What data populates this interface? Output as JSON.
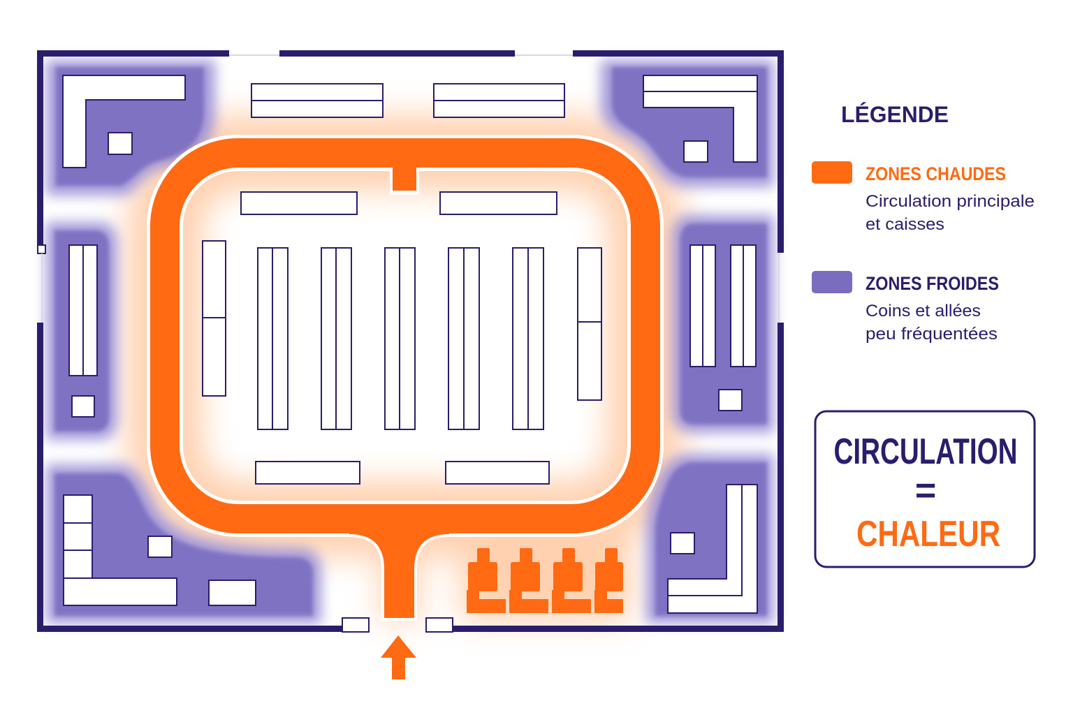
{
  "colors": {
    "navy": "#2b1d6b",
    "hot": "#ff6a13",
    "cold": "#7a6cbf",
    "hot_glow": "#ffc9a3"
  },
  "legend": {
    "title": "LÉGENDE",
    "hot": {
      "label": "ZONES CHAUDES",
      "desc_line1": "Circulation principale",
      "desc_line2": "et caisses",
      "swatch_icon": "orange-square-icon"
    },
    "cold": {
      "label": "ZONES FROIDES",
      "desc_line1": "Coins et allées",
      "desc_line2": "peu fréquentées",
      "swatch_icon": "purple-square-icon"
    }
  },
  "callout": {
    "line1": "CIRCULATION",
    "line2": "=",
    "line3": "CHALEUR"
  },
  "icons": {
    "entrance": "up-arrow-icon",
    "checkouts": "cash-register-icon"
  }
}
